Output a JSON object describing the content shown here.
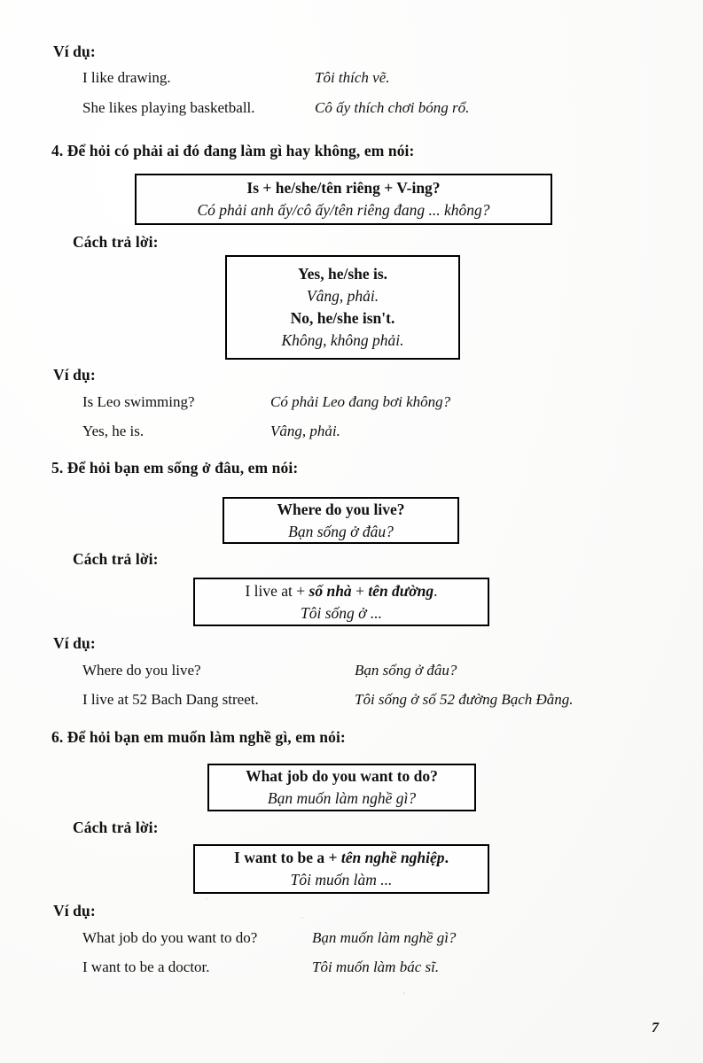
{
  "page": {
    "number": "7",
    "label_vi_du": "Ví dụ:",
    "label_cach_tra_loi": "Cách trả lời:"
  },
  "top_examples": [
    {
      "en": "I like drawing.",
      "vi": "Tôi thích vẽ."
    },
    {
      "en": "She likes playing basketball.",
      "vi": "Cô ấy thích chơi bóng rổ."
    }
  ],
  "sections": [
    {
      "number": "4.",
      "heading": "4. Để hỏi có phải ai đó đang làm gì hay không, em nói:",
      "pattern_box": {
        "en": "Is + he/she/tên riêng + V-ing?",
        "vi": "Có phải anh ấy/cô ấy/tên riêng đang ... không?"
      },
      "answer_box": {
        "lines": [
          "Yes, he/she is.",
          "Vâng, phải.",
          "No, he/she isn't.",
          "Không, không phải."
        ]
      },
      "examples": [
        {
          "en": "Is Leo swimming?",
          "vi": "Có phải Leo đang bơi không?"
        },
        {
          "en": "Yes, he is.",
          "vi": "Vâng, phải."
        }
      ]
    },
    {
      "number": "5.",
      "heading": "5. Để hỏi bạn em sống ở đâu, em nói:",
      "pattern_box": {
        "en": "Where do you live?",
        "vi": "Bạn sống ở đâu?"
      },
      "answer_box": {
        "en_prefix": "I live at + ",
        "en_slot1": "số nhà",
        "en_mid": " + ",
        "en_slot2": "tên đường",
        "en_suffix": ".",
        "vi": "Tôi sống ở ..."
      },
      "examples": [
        {
          "en": "Where do you live?",
          "vi": "Bạn sống ở đâu?"
        },
        {
          "en": "I live at 52 Bach Dang street.",
          "vi": "Tôi sống ở số 52 đường Bạch Đằng."
        }
      ]
    },
    {
      "number": "6.",
      "heading": "6. Để hỏi bạn em muốn làm nghề gì, em nói:",
      "pattern_box": {
        "en": "What job do you want to do?",
        "vi": "Bạn muốn làm nghề gì?"
      },
      "answer_box": {
        "en_prefix": "I want to be a + ",
        "en_slot1": "tên nghề nghiệp",
        "en_suffix": ".",
        "vi": "Tôi muốn làm ..."
      },
      "examples": [
        {
          "en": "What job do you want to do?",
          "vi": "Bạn muốn làm nghề gì?"
        },
        {
          "en": "I want to be a doctor.",
          "vi": "Tôi muốn làm bác sĩ."
        }
      ]
    }
  ]
}
